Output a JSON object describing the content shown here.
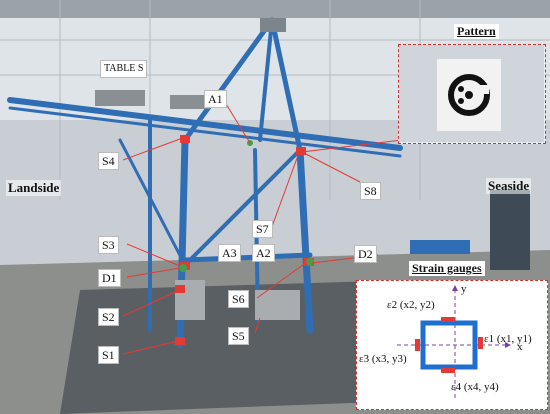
{
  "labels": {
    "a1": "A1",
    "s4": "S4",
    "s8": "S8",
    "s7": "S7",
    "a3": "A3",
    "a2": "A2",
    "s3": "S3",
    "d1": "D1",
    "d2": "D2",
    "s6": "S6",
    "s2": "S2",
    "s5": "S5",
    "s1": "S1"
  },
  "sides": {
    "landside": "Landside",
    "seaside": "Seaside"
  },
  "table_sign": "TABLE S",
  "pattern_inset": {
    "title": "Pattern"
  },
  "strain_inset": {
    "title": "Strain gauges",
    "axis_x": "x",
    "axis_y": "y",
    "gauge1": "ε1 (x1, y1)",
    "gauge2": "ε2 (x2, y2)",
    "gauge3": "ε3 (x3, y3)",
    "gauge4": "ε4 (x4, y4)"
  },
  "colors": {
    "steel_blue": "#2f6db5",
    "marker_red": "#e53935",
    "dashed_red": "#d32f2f"
  }
}
